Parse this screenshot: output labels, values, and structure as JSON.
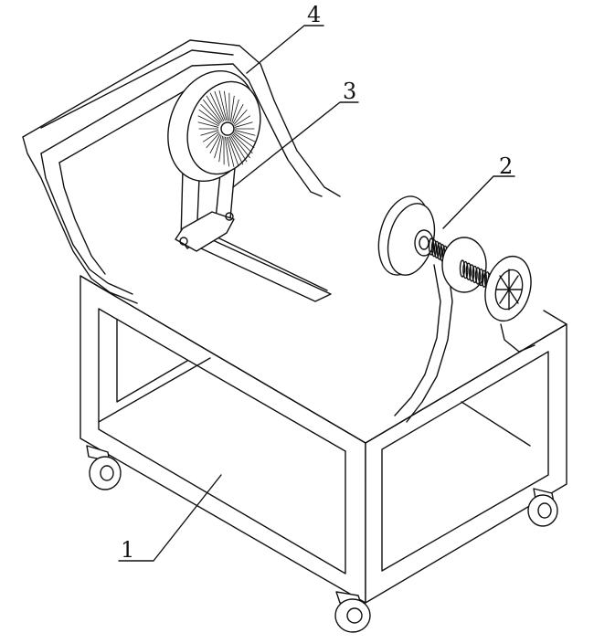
{
  "callouts": [
    {
      "id": "1",
      "text": "1"
    },
    {
      "id": "2",
      "text": "2"
    },
    {
      "id": "3",
      "text": "3"
    },
    {
      "id": "4",
      "text": "4"
    }
  ],
  "colors": {
    "line": "#111111",
    "background": "#ffffff"
  }
}
